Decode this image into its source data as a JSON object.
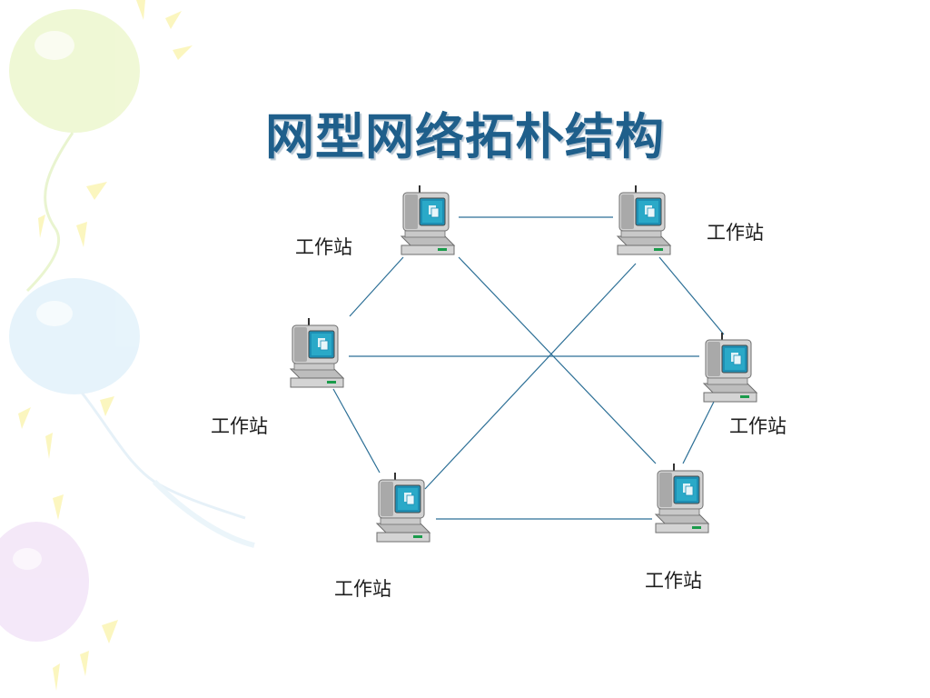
{
  "title": "网型网络拓朴结构",
  "node_label": "工作站",
  "nodes": [
    {
      "id": "top-left",
      "label": "工作站"
    },
    {
      "id": "top-right",
      "label": "工作站"
    },
    {
      "id": "mid-left",
      "label": "工作站"
    },
    {
      "id": "mid-right",
      "label": "工作站"
    },
    {
      "id": "bottom-left",
      "label": "工作站"
    },
    {
      "id": "bottom-right",
      "label": "工作站"
    }
  ],
  "links": [
    [
      "top-left",
      "top-right"
    ],
    [
      "top-left",
      "mid-left"
    ],
    [
      "top-left",
      "bottom-right"
    ],
    [
      "top-right",
      "mid-right"
    ],
    [
      "top-right",
      "bottom-left"
    ],
    [
      "mid-left",
      "mid-right"
    ],
    [
      "mid-left",
      "bottom-left"
    ],
    [
      "mid-right",
      "bottom-right"
    ],
    [
      "bottom-left",
      "bottom-right"
    ]
  ],
  "colors": {
    "title": "#1f5f8b",
    "link": "#2c6f96",
    "monitor_screen": "#2aa9c8",
    "computer_body": "#c9c9c9"
  }
}
